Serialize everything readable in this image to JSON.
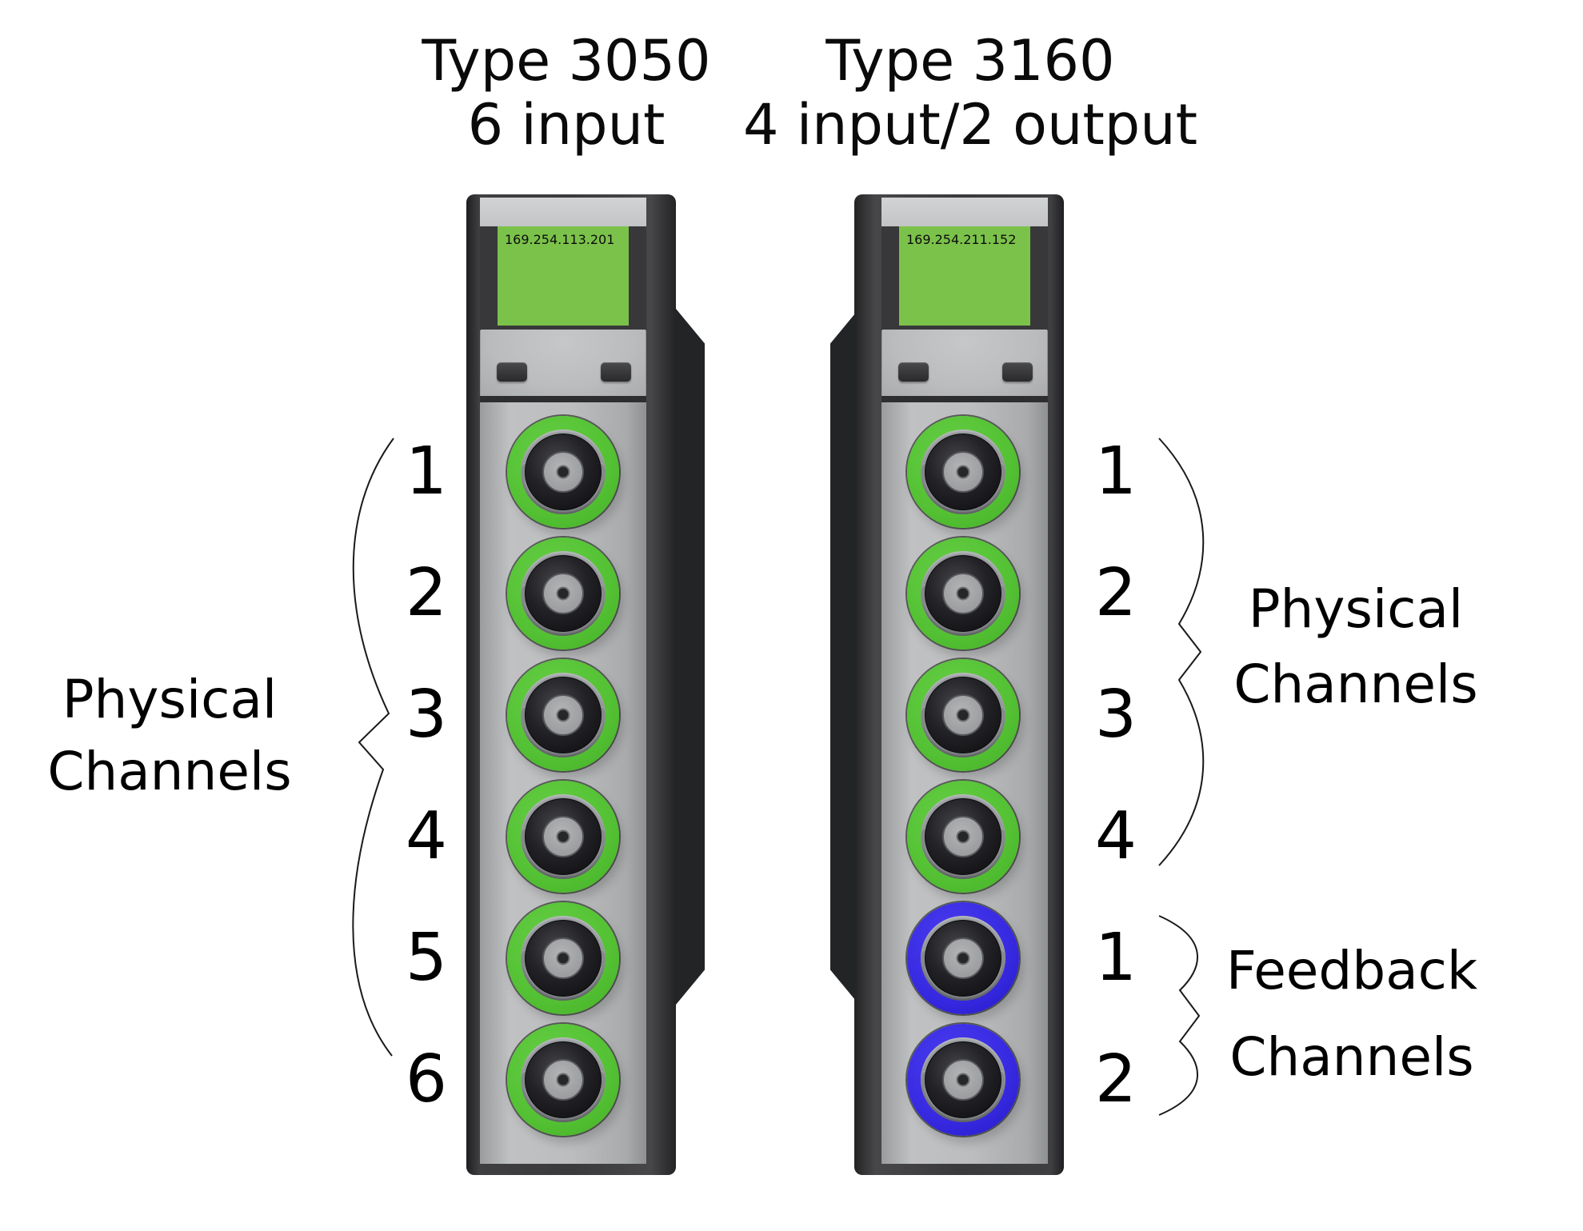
{
  "figure": {
    "left_column": {
      "title_line1": "Type 3050",
      "title_line2": "6 input"
    },
    "right_column": {
      "title_line1": "Type 3160",
      "title_line2": "4 input/2 output"
    }
  },
  "left_module": {
    "ip_address": "169.254.113.201",
    "channel_numbers": [
      "1",
      "2",
      "3",
      "4",
      "5",
      "6"
    ]
  },
  "right_module": {
    "ip_address": "169.254.211.152",
    "input_channel_numbers": [
      "1",
      "2",
      "3",
      "4"
    ],
    "output_channel_numbers": [
      "1",
      "2"
    ]
  },
  "annotations": {
    "left_physical_line1": "Physical",
    "left_physical_line2": "Channels",
    "right_physical_line1": "Physical",
    "right_physical_line2": "Channels",
    "right_feedback_line1": "Feedback",
    "right_feedback_line2": "Channels"
  },
  "colors": {
    "input_connector_green": "#53c133",
    "output_connector_blue": "#3629e0",
    "screen_green": "#7bc24a",
    "chassis_dark": "#3a3a3c",
    "panel_gray": "#bcbdbf"
  }
}
